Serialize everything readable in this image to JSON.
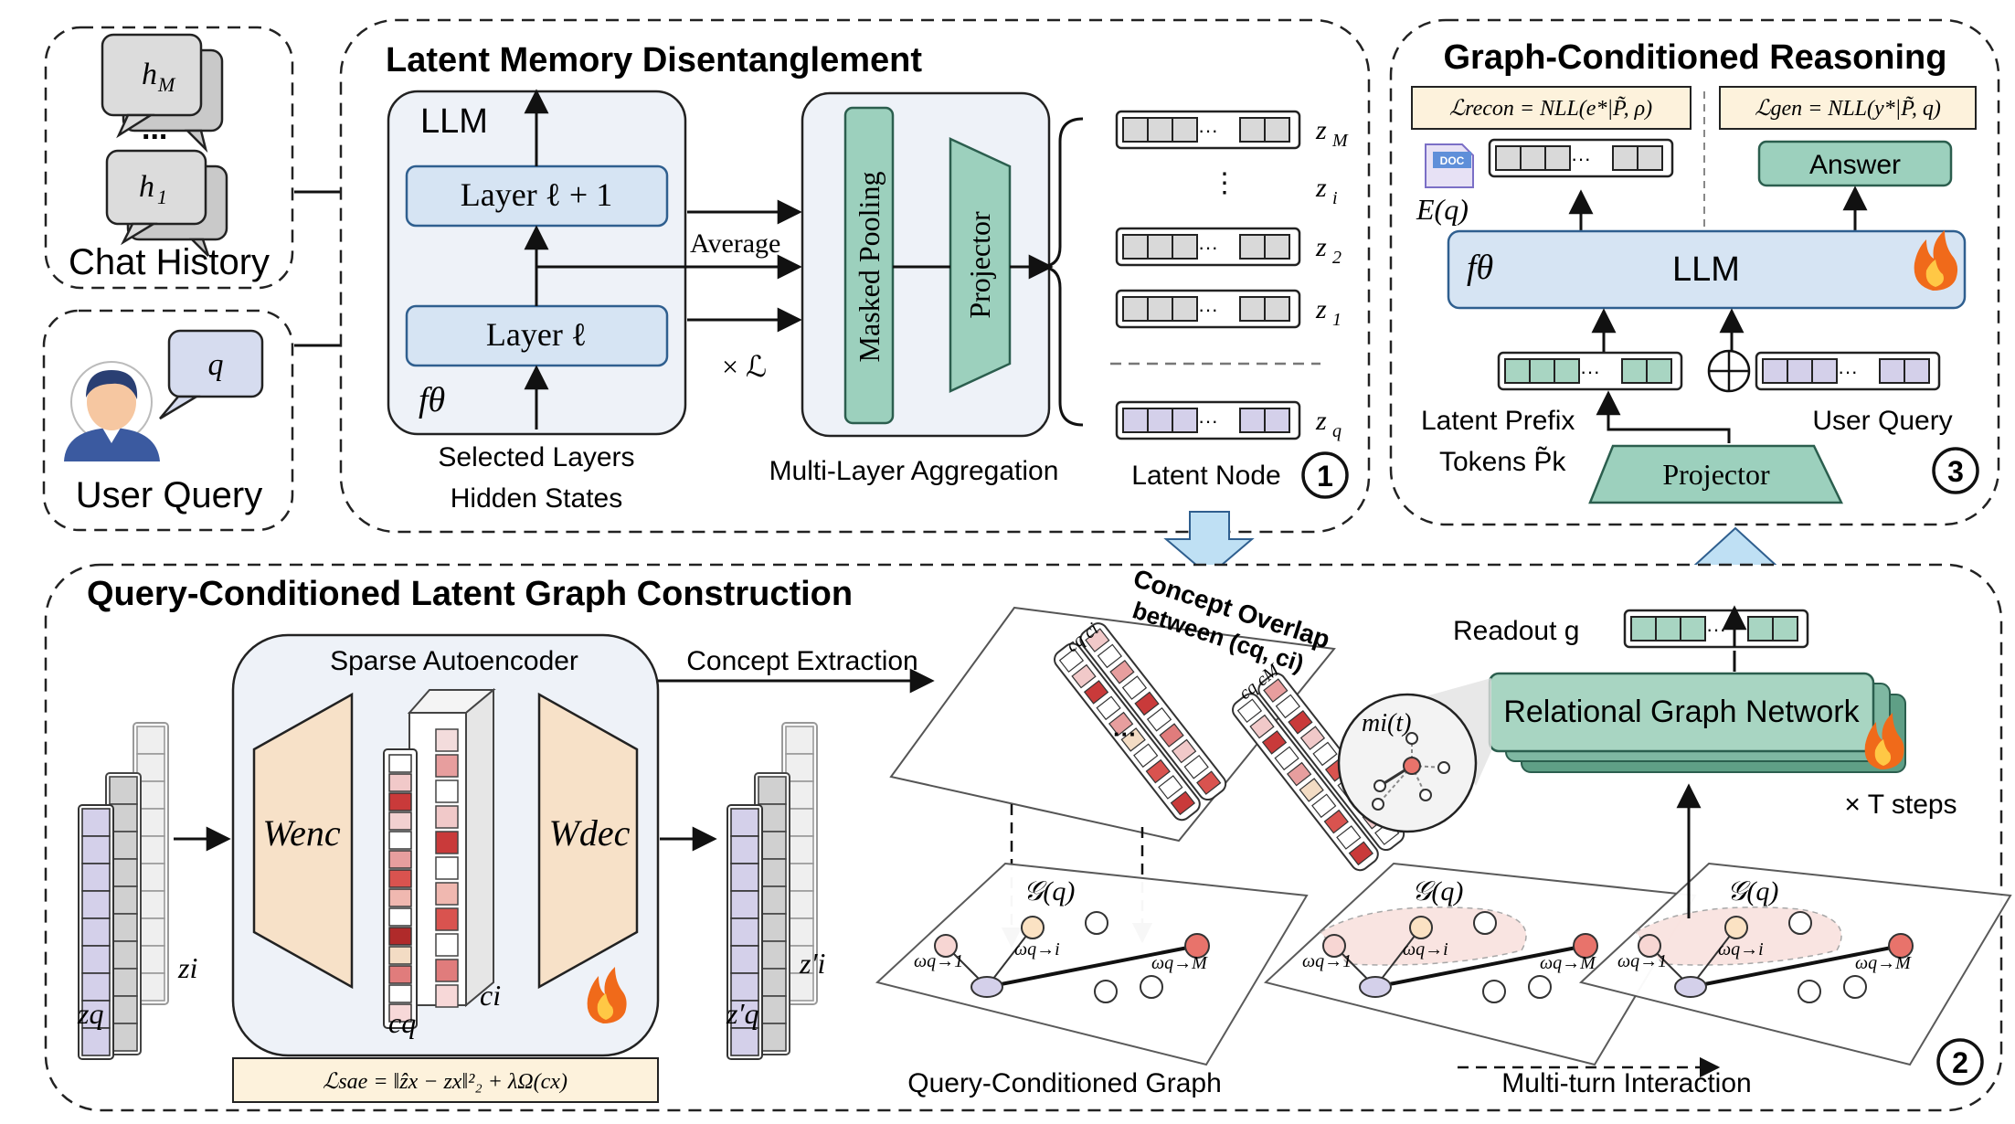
{
  "inputs": {
    "hm": "h",
    "hm_sub": "M",
    "ellipsis": "...",
    "h1": "h",
    "h1_sub": "1",
    "chat_history": "Chat History",
    "q": "q",
    "user_query": "User Query"
  },
  "memory": {
    "title": "Latent Memory Disentanglement",
    "llm": "LLM",
    "layer_next": "Layer ℓ + 1",
    "layer": "Layer ℓ",
    "f_theta": "fθ",
    "average": "Average",
    "times_L": "× ℒ",
    "selected_1": "Selected Layers",
    "selected_2": "Hidden States",
    "masked_pooling": "Masked Pooling",
    "projector": "Projector",
    "multi_layer": "Multi-Layer Aggregation",
    "latent_node": "Latent Node",
    "badge": "1",
    "nodes": [
      {
        "label": "z",
        "sub": "M"
      },
      {
        "label": "z",
        "sub": "i"
      },
      {
        "label": "z",
        "sub": "2"
      },
      {
        "label": "z",
        "sub": "1"
      },
      {
        "label": "z",
        "sub": "q"
      }
    ]
  },
  "reasoning": {
    "title": "Graph-Conditioned Reasoning",
    "loss_recon": "ℒrecon = NLL(e*|P̃, ρ)",
    "loss_gen": "ℒgen = NLL(y*|P̃, q)",
    "doc": "DOC",
    "eq": "E(q)",
    "answer": "Answer",
    "f_theta": "fθ",
    "llm": "LLM",
    "latent_prefix_1": "Latent Prefix",
    "latent_prefix_2": "Tokens P̃k",
    "user_query": "User Query",
    "projector": "Projector",
    "badge": "3"
  },
  "graph": {
    "title": "Query-Conditioned Latent Graph Construction",
    "sae": "Sparse Autoencoder",
    "w_enc": "Wenc",
    "w_dec": "Wdec",
    "cq": "cq",
    "ci": "ci",
    "zq": "zq",
    "zi": "zi",
    "zq_prime": "z′q",
    "zi_prime": "z′i",
    "loss_sae": "ℒsae = ‖ẑx − zx‖²₂ + λΩ(cx)",
    "concept_extraction": "Concept Extraction",
    "overlap_1": "Concept Overlap",
    "overlap_2": "between (cq, ci)",
    "cq_ci": "cq  ci",
    "cq_cm": "cq  cM",
    "plane_label": "𝒢(q)",
    "w_q1": "ωq→1",
    "w_qi": "ωq→i",
    "w_qm": "ωq→M",
    "readout": "Readout g",
    "rgn": "Relational Graph Network",
    "msg": "mi(t)",
    "t_steps": "× T steps",
    "qc_graph": "Query-Conditioned Graph",
    "multi_turn": "Multi-turn Interaction",
    "badge": "2"
  },
  "colors": {
    "layer_fill": "#d6e4f3",
    "layer_stroke": "#2f5f8f",
    "teal_fill": "#9cd0bd",
    "teal_dark": "#5f9f86",
    "enc_fill": "#f7e1c8",
    "loss_fill": "#fdf2dc",
    "node_gray": "#d9d9d9",
    "node_teal": "#a8d5c2",
    "node_lilac": "#d4d0ea",
    "concept_red": "#c93a3a",
    "arrow_blue": "#bfe0f4"
  }
}
